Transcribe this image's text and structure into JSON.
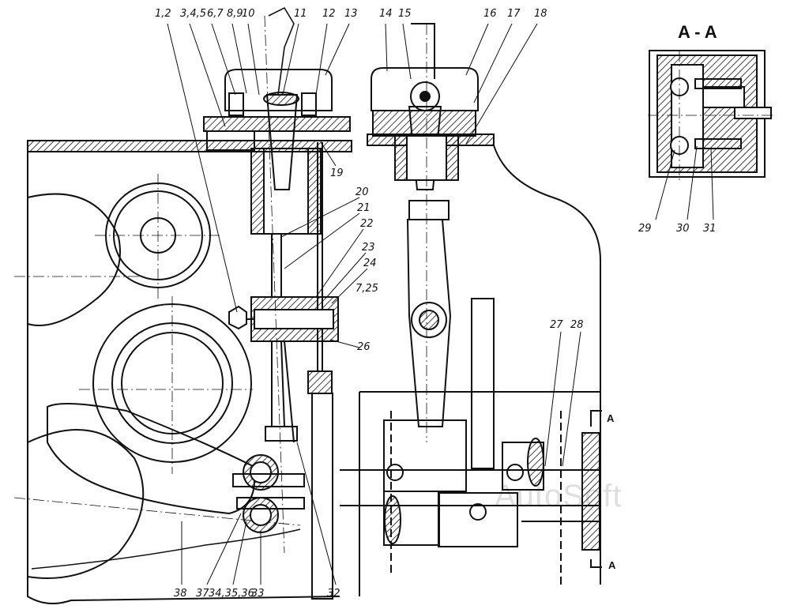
{
  "section_title": "A - A",
  "section_marks": [
    "A",
    "A"
  ],
  "watermark": "AutoSoft",
  "callouts": [
    "1,2",
    "3,4,5",
    "6,7",
    "8,9",
    "10",
    "11",
    "12",
    "13",
    "14",
    "15",
    "16",
    "17",
    "18",
    "19",
    "20",
    "21",
    "22",
    "23",
    "24",
    "7,25",
    "26",
    "27",
    "28",
    "29",
    "30",
    "31",
    "32",
    "33",
    "34,35,36",
    "37",
    "38"
  ]
}
